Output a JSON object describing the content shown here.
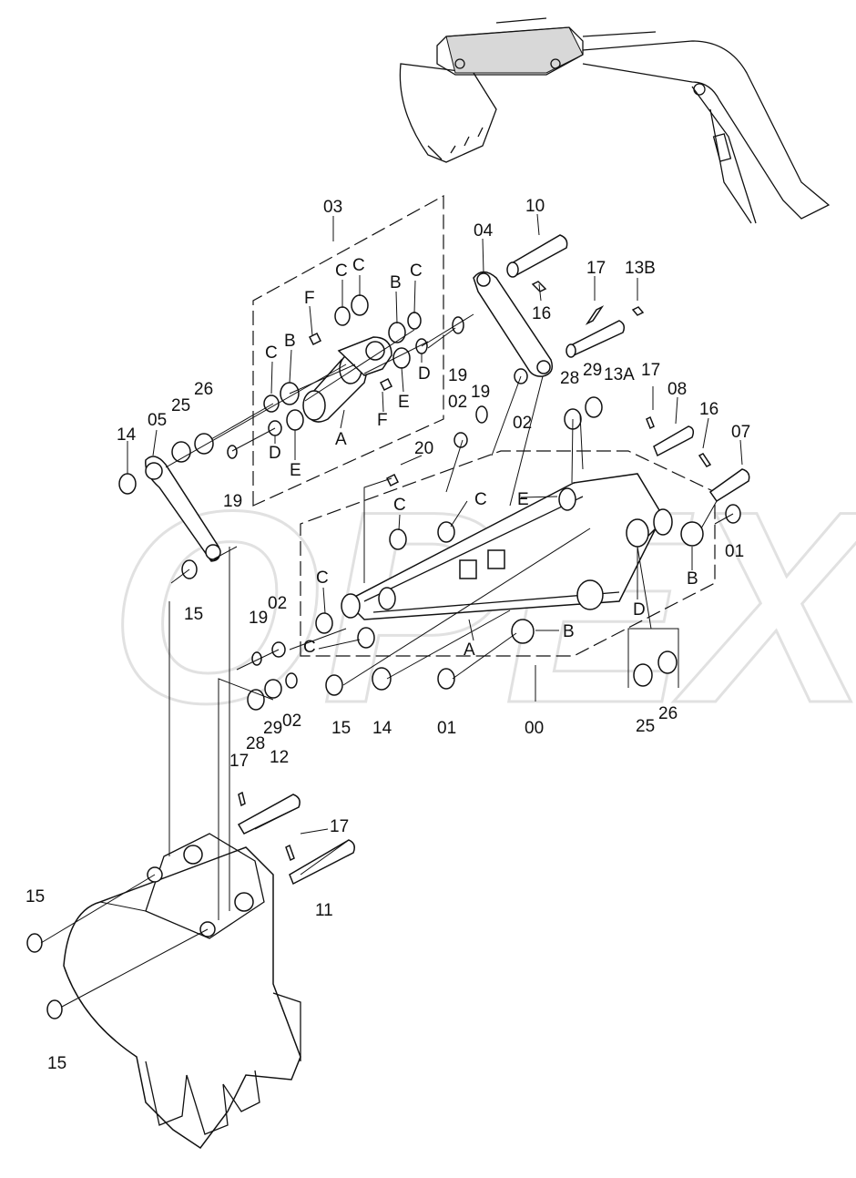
{
  "watermark": "OPEX",
  "callouts": {
    "c00": "00",
    "c01a": "01",
    "c01b": "01",
    "c02a": "02",
    "c02b": "02",
    "c02c": "02",
    "c02d": "02",
    "c03": "03",
    "c04": "04",
    "c05": "05",
    "c07": "07",
    "c08": "08",
    "c10": "10",
    "c11": "11",
    "c12": "12",
    "c13A": "13A",
    "c13B": "13B",
    "c14a": "14",
    "c14b": "14",
    "c15a": "15",
    "c15b": "15",
    "c15c": "15",
    "c15d": "15",
    "c16a": "16",
    "c16b": "16",
    "c17a": "17",
    "c17b": "17",
    "c17c": "17",
    "c17d": "17",
    "c19a": "19",
    "c19b": "19",
    "c19c": "19",
    "c19d": "19",
    "c20": "20",
    "c25a": "25",
    "c25b": "25",
    "c26a": "26",
    "c26b": "26",
    "c28a": "28",
    "c28b": "28",
    "c29a": "29",
    "c29b": "29"
  },
  "letters": {
    "A1": "A",
    "A2": "A",
    "B1": "B",
    "B2": "B",
    "B3": "B",
    "B4": "B",
    "C1": "C",
    "C2": "C",
    "C3": "C",
    "C4": "C",
    "C5": "C",
    "C6": "C",
    "C7": "C",
    "C8": "C",
    "D1": "D",
    "D2": "D",
    "D3": "D",
    "E1": "E",
    "E2": "E",
    "E3": "E",
    "F1": "F",
    "F2": "F"
  }
}
